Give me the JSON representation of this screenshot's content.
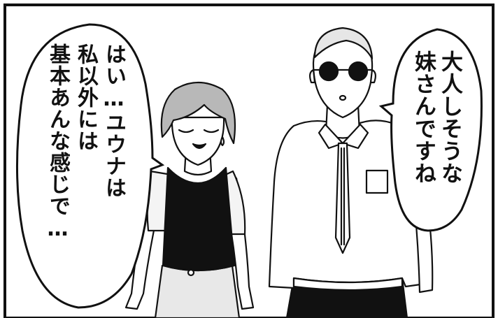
{
  "right_bubble": {
    "lines": [
      "大人しそうな",
      "妹さんですね"
    ]
  },
  "left_bubble": {
    "lines": [
      "はい…ユウナは",
      "私以外には",
      "基本あんな感じで…"
    ]
  }
}
